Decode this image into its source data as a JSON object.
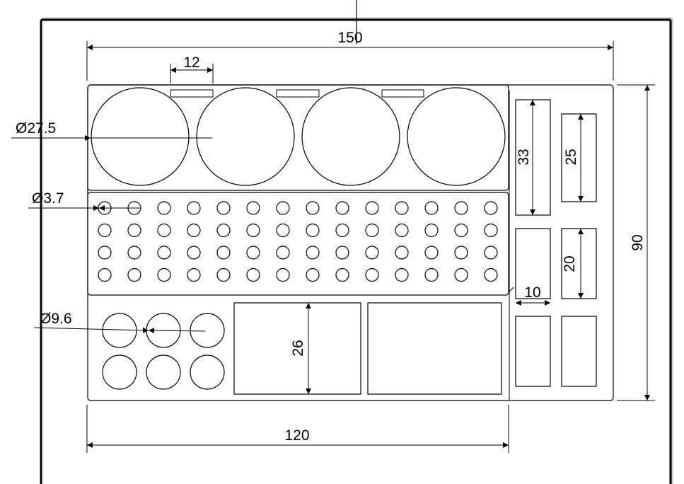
{
  "drawing": {
    "dimensions": {
      "overall_width": "150",
      "inner_width": "120",
      "overall_height": "90",
      "slot_width": "12",
      "large_hole_diameter": "Ø27.5",
      "small_hole_diameter": "Ø3.7",
      "medium_hole_diameter": "Ø9.6",
      "pocket_height": "26",
      "tall_slot_height": "33",
      "short_slot_height": "25",
      "mid_slot_height": "20",
      "narrow_slot_width": "10"
    },
    "grid": {
      "rows": 4,
      "cols": 14
    },
    "large_holes": 4,
    "medium_holes": {
      "rows": 2,
      "cols": 3
    }
  }
}
